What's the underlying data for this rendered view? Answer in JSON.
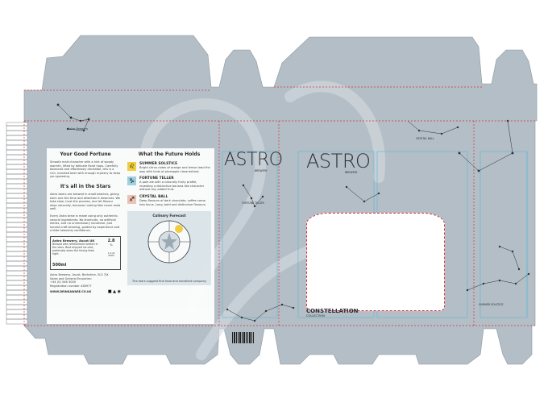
{
  "left_panel": {
    "col1": {
      "title": "Your Good Fortune",
      "intro": "Smooth malt character with a hint of woody warmth, lifted by delicate floral hops. Carefully balanced and effortlessly drinkable, this is a rich, rounded beer with enough mystery to keep you guessing.",
      "subtitle": "It's all in the Stars",
      "body1": "Astro beers are brewed in small batches, giving each one the time and attention it deserves. We take slow, trust the process, and let flavour align naturally, because rushing fate never ends well.",
      "body2": "Every Astro brew is made using only authentic, natural ingredients. No shortcuts, no artificial extras, and no unnecessary nonsense. Just honest craft brewing, guided by experience and a little heavenly confidence.",
      "label_box": {
        "line1": "Astro Brewery, Ascot UK",
        "line2": "Brewed with refreshment written in the stars. Best enjoyed ice cold, preferably when the timing feels right.",
        "abv_top": "2.8",
        "abv_unit": "%",
        "volume": "500ml",
        "unit_text": "1.4 UK UNITS"
      },
      "address1": "Astro Brewery, Ascot, Berkshire, SL5 7JX",
      "address2": "Sales and General Enquiries:",
      "address3": "+44 (0) 546 3000",
      "address4": "Registration number 438977",
      "website": "WWW.DRINKAWARE.CO.UK"
    },
    "col2": {
      "title": "What the Future Holds",
      "items": [
        {
          "name": "SUMMER SOLSTICE",
          "desc": "Bright citrus notes of orange and lemon lead the way with hints of pineapple close behind."
        },
        {
          "name": "FORTUNE TELLER",
          "desc": "A pale ale with a naturally fruity profile, revealing a distinctive banana-like character without any added fruit."
        },
        {
          "name": "CRYSTAL BALL",
          "desc": "Deep flavours of dark chocolate, coffee come into focus. Long, bold and distinctive flavours."
        }
      ],
      "forecast_title": "Culinary Forecast",
      "forecast_footer": "The stars suggest fine food and excellent company"
    }
  },
  "brand": {
    "logo": "ASTRO",
    "sub": "BREWERY",
    "constellation": "CONSTELLATION",
    "collection": "COLLECTION"
  },
  "labels": {
    "astro_brewery_small": "Astro Brewery",
    "fortune_teller": "FORTUNE TELLER",
    "crystal_ball": "CRYSTAL BALL",
    "summer_solstice": "SUMMER SOLSTICE"
  },
  "colors": {
    "board": "#b3bec6",
    "board_dark": "#9eabb4",
    "fold_line": "#d8323a",
    "guide": "#5cb8d8",
    "ink": "#2b2f33"
  }
}
